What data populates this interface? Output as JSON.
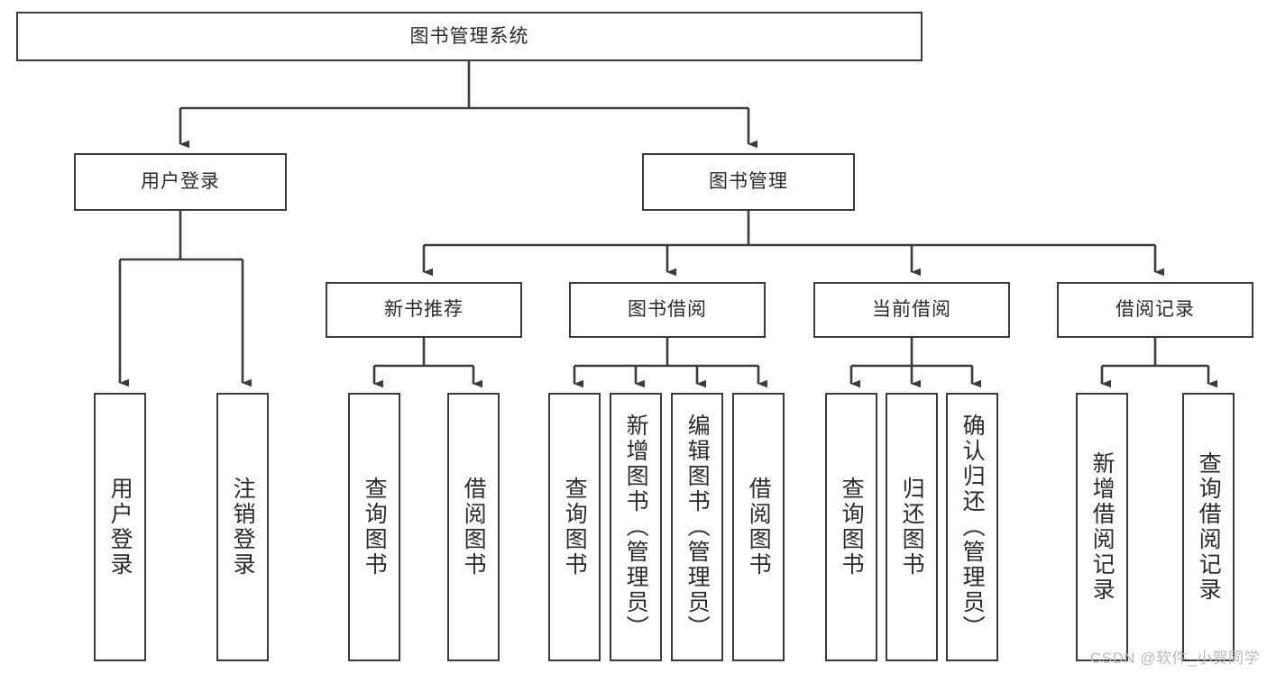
{
  "diagram": {
    "title": "图书管理系统",
    "type": "tree-hierarchy-diagram",
    "colors": {
      "stroke": "#3b3b3b",
      "fill": "#ffffff",
      "text": "#2b2b2b",
      "watermark": "#b9b9b9"
    },
    "root": {
      "label": "图书管理系统"
    },
    "level2": [
      {
        "label": "用户登录"
      },
      {
        "label": "图书管理"
      }
    ],
    "level3": [
      {
        "label": "新书推荐"
      },
      {
        "label": "图书借阅"
      },
      {
        "label": "当前借阅"
      },
      {
        "label": "借阅记录"
      }
    ],
    "leaves": {
      "user_login": [
        {
          "label": "用户登录"
        },
        {
          "label": "注销登录"
        }
      ],
      "new_book_recommend": [
        {
          "label": "查询图书"
        },
        {
          "label": "借阅图书"
        }
      ],
      "book_borrow": [
        {
          "label": "查询图书"
        },
        {
          "label": "新增图书（管理员）"
        },
        {
          "label": "编辑图书（管理员）"
        },
        {
          "label": "借阅图书"
        }
      ],
      "current_borrow": [
        {
          "label": "查询图书"
        },
        {
          "label": "归还图书"
        },
        {
          "label": "确认归还（管理员）"
        }
      ],
      "borrow_record": [
        {
          "label": "新增借阅记录"
        },
        {
          "label": "查询借阅记录"
        }
      ]
    },
    "watermark": "CSDN @软件_小贺同学"
  }
}
